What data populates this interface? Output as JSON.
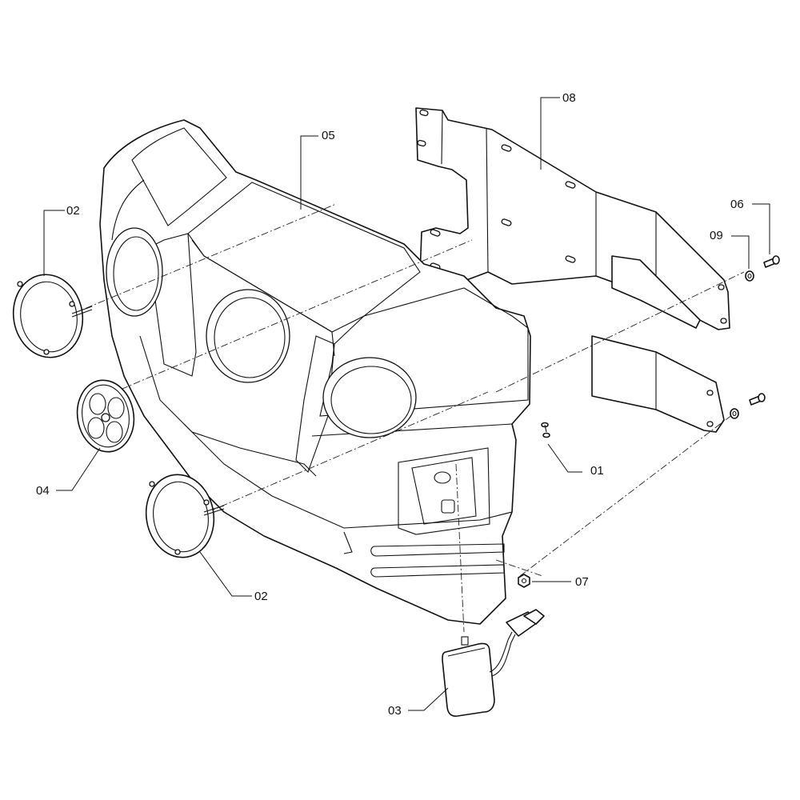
{
  "callouts": [
    {
      "id": "01",
      "label": "01"
    },
    {
      "id": "02a",
      "label": "02"
    },
    {
      "id": "02b",
      "label": "02"
    },
    {
      "id": "03",
      "label": "03"
    },
    {
      "id": "04",
      "label": "04"
    },
    {
      "id": "05",
      "label": "05"
    },
    {
      "id": "06",
      "label": "06"
    },
    {
      "id": "07",
      "label": "07"
    },
    {
      "id": "08",
      "label": "08"
    },
    {
      "id": "09",
      "label": "09"
    }
  ]
}
